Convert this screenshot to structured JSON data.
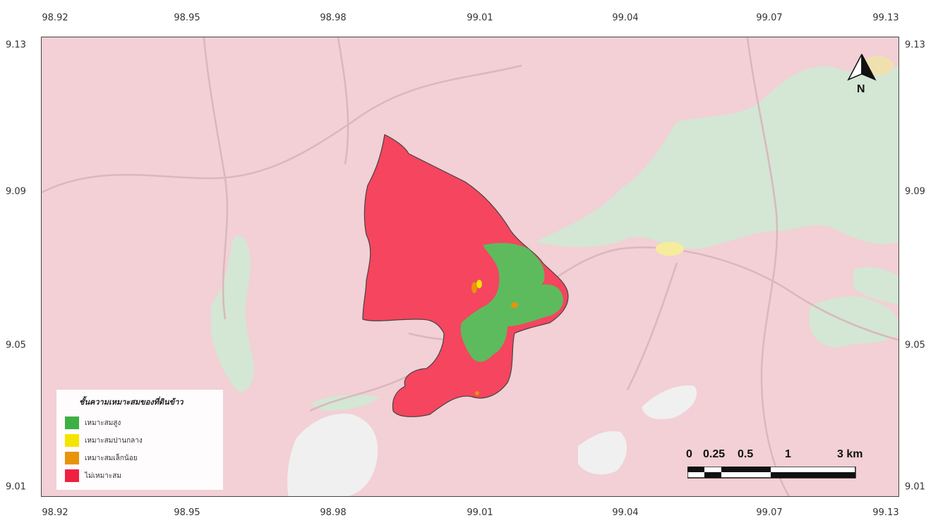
{
  "axes": {
    "x_ticks": [
      "98.92",
      "98.95",
      "98.98",
      "99.01",
      "99.04",
      "99.07",
      "99.13"
    ],
    "y_ticks": [
      "9.13",
      "9.09",
      "9.05",
      "9.01"
    ]
  },
  "legend": {
    "title": "ชั้นความเหมาะสมของที่ดินข้าว",
    "items": [
      {
        "label": "เหมาะสมสูง",
        "color": "#3cb043"
      },
      {
        "label": "เหมาะสมปานกลาง",
        "color": "#f5e400"
      },
      {
        "label": "เหมาะสมเล็กน้อย",
        "color": "#e8930c"
      },
      {
        "label": "ไม่เหมาะสม",
        "color": "#f02040"
      }
    ]
  },
  "north_arrow": {
    "label": "N"
  },
  "scalebar": {
    "labels": [
      "0",
      "0.25",
      "0.5",
      "1",
      "3 km"
    ]
  },
  "colors": {
    "basemap": "#f2d0d5",
    "forest": "#d4e6d4",
    "unsuitable": "#f5455f",
    "high_suitability": "#5dbb5d",
    "moderate": "#f5e400",
    "marginal": "#e8930c",
    "water_white": "#f0f0f0"
  }
}
